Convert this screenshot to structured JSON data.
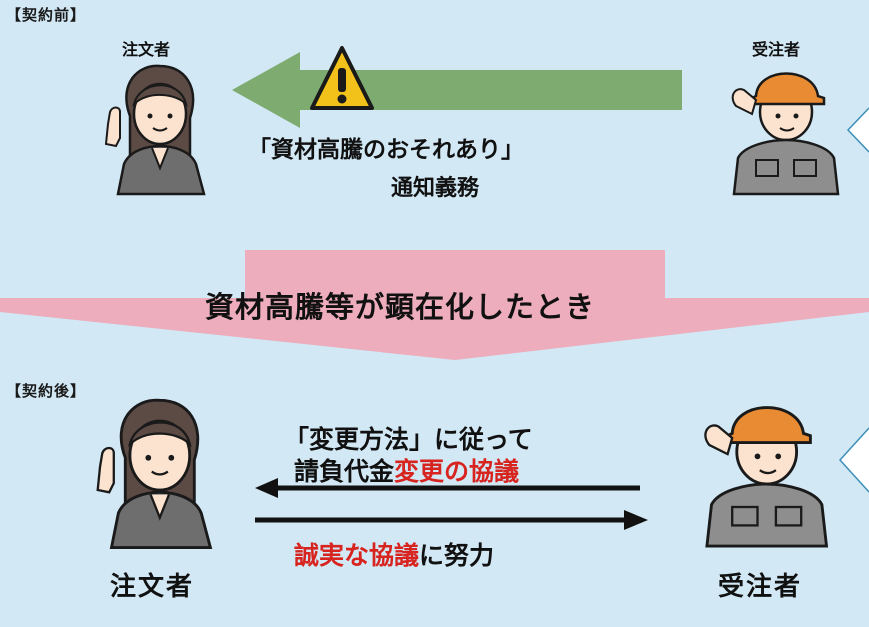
{
  "before": {
    "label": "【契約前】",
    "client_label": "注文者",
    "contractor_label": "受注者",
    "message": "「資材高騰のおそれあり」",
    "duty": "通知義務"
  },
  "transition": {
    "text": "資材高騰等が顕在化したとき"
  },
  "after": {
    "label": "【契約後】",
    "client_label": "注文者",
    "contractor_label": "受注者",
    "line1": "「変更方法」に従って",
    "line2_normal": "請負代金",
    "line2_red": "変更の協議",
    "line3_red": "誠実な協議",
    "line3_normal": "に努力"
  },
  "colors": {
    "background": "#d2e8f5",
    "green_arrow": "#79a867",
    "pink_band": "#efa6b6",
    "red_text": "#d8241f",
    "warning_yellow": "#f3c21a",
    "helmet_orange": "#e98b32"
  },
  "icons": {
    "warning": "warning-triangle-icon",
    "client": "businesswoman-icon",
    "contractor": "construction-worker-icon"
  }
}
